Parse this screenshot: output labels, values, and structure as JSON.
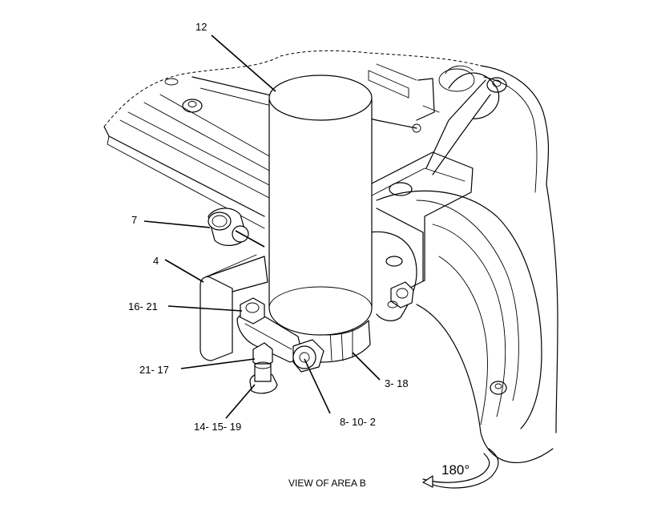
{
  "callouts": {
    "c12": "12",
    "c7": "7",
    "c4": "4",
    "c16_21": "16- 21",
    "c21_17": "21- 17",
    "c14_15_19": "14- 15- 19",
    "c8_10_2": "8- 10- 2",
    "c3_18": "3- 18"
  },
  "view_label": "VIEW OF AREA  B",
  "rotation_label": "180°"
}
